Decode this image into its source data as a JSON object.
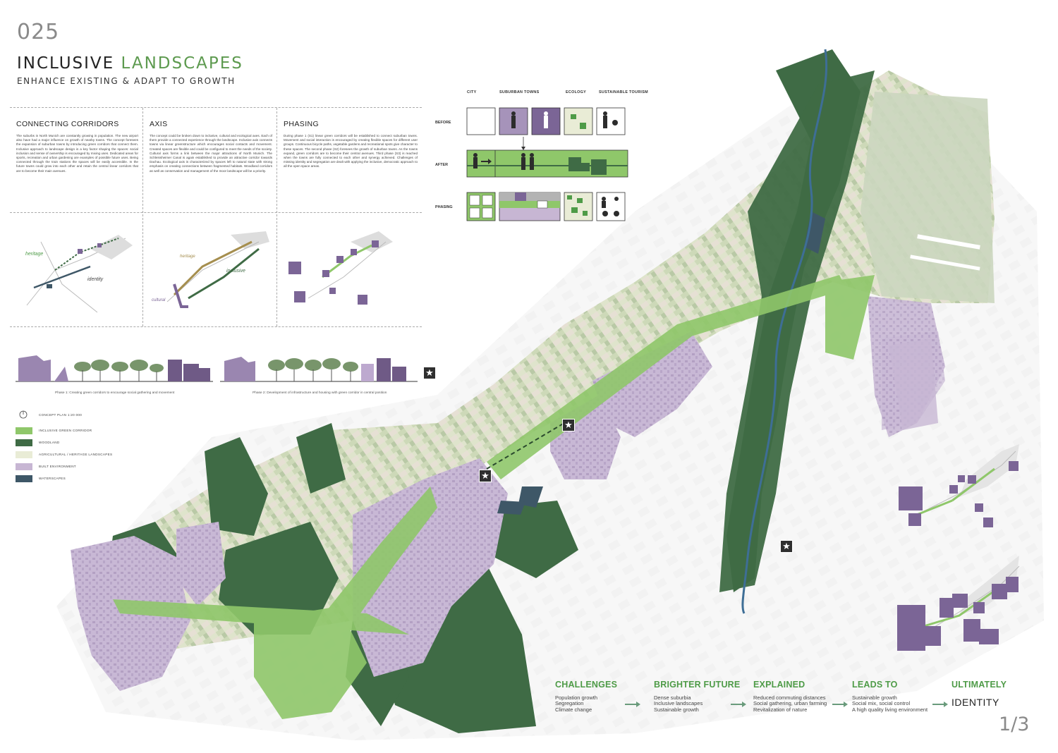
{
  "header": {
    "page_number": "025",
    "title_main": "INCLUSIVE ",
    "title_accent": "LANDSCAPES",
    "subtitle": "ENHANCE EXISTING & ADAPT TO GROWTH"
  },
  "columns": [
    {
      "heading": "CONNECTING CORRIDORS",
      "body": "The suburbs in North Munich are constantly growing in population. The new airport also have had a major influence on growth of nearby towns. The concept foresees the expansion of suburban towns by introducing green corridors that connect them. Inclusive approach to landscape design is a key factor shaping the spaces: social inclusion and sense of ownership is encouraged by mixing uses. Dedicated areas for sports, recreation and urban gardening are examples of possible future uses. Being connected through the train stations the spaces will be easily accessible. In the future towns could grow into each other and retain the central linear corridors that are to become their main avenues.",
      "labels": [
        "heritage",
        "identity"
      ]
    },
    {
      "heading": "AXIS",
      "body": "The concept could be broken down to inclusive, cultural and ecological axes. Each of them provide a connected experience through the landscape. Inclusive axis connects towns via linear greenstructure which encourages social contacts and movement. Created spaces are flexible and could be configured to meet the needs of the society. Cultural axis forms a link between the major attractions of North Munich. The Schleissheimer Canal is again established to provide an attractive corridor towards Dachau. Ecological axis is characterized by spaces left to natural state with strong emphasis on creating connections between fragmented habitats. Woodland corridors as well as conservation and management of the moor landscape will be a priority.",
      "labels": [
        "heritage",
        "inclusive",
        "cultural"
      ]
    },
    {
      "heading": "PHASING",
      "body": "During phase 1 (S1) linear green corridors will be established to connect suburban towns. Movement and social interaction is encouraged by creating flexible spaces for different user groups. Continuous bicycle paths, vegetable gardens and recreational spots give character to these spaces. The second phase (S2) foresees the growth of suburban towns. As the towns expand, green corridors are to become their central avenues. Third phase (S3) is reached when the towns are fully connected to each other and synergy achieved. Challenges of missing identity and segregation are dealt with applying the inclusive, democratic approach to all the open space areas.",
      "labels": []
    }
  ],
  "sections": {
    "caption_1": "Phase 1: Creating green corridors to encourage social gathering and movement",
    "caption_2": "Phase 2: Development of infrastructure and housing with green corridor in central position"
  },
  "legend": {
    "scale": "CONCEPT PLAN 1:20 000",
    "items": [
      {
        "label": "INCLUSIVE GREEN CORRIDOR",
        "color": "#8fc76a"
      },
      {
        "label": "WOODLAND",
        "color": "#3f6b45"
      },
      {
        "label": "AGRICULTURAL / HERITAGE LANDSCAPES",
        "color": "#e9ecd6"
      },
      {
        "label": "BUILT ENVIRONMENT",
        "color": "#c7b6d3"
      },
      {
        "label": "WATERSCAPES",
        "color": "#3e5767"
      }
    ]
  },
  "matrix": {
    "columns": [
      "CITY",
      "SUBURBAN TOWNS",
      "ECOLOGY",
      "SUSTAINABLE TOURISM"
    ],
    "rows": [
      "BEFORE",
      "AFTER",
      "PHASING"
    ]
  },
  "flow": [
    {
      "heading": "CHALLENGES",
      "items": [
        "Population growth",
        "Segregation",
        "Climate change"
      ]
    },
    {
      "heading": "BRIGHTER FUTURE",
      "items": [
        "Dense suburbia",
        "Inclusive landscapes",
        "Sustainable growth"
      ]
    },
    {
      "heading": "EXPLAINED",
      "items": [
        "Reduced commuting distances",
        "Social gathering, urban farming",
        "Revitalization of nature"
      ]
    },
    {
      "heading": "LEADS TO",
      "items": [
        "Sustainable growth",
        "Social mix, social control",
        "A high quality living environment"
      ]
    },
    {
      "heading": "ULTIMATELY",
      "final": "IDENTITY"
    }
  ],
  "sheet": "1/3",
  "colors": {
    "green_corridor": "#8fc76a",
    "woodland": "#3f6b45",
    "built": "#c7b6d3",
    "water": "#3e5767",
    "accent_text": "#4e9b47",
    "purple_block": "#7b6596"
  },
  "icons": [
    "star-icon",
    "person-icon",
    "train-icon",
    "bike-icon",
    "north-arrow-icon"
  ]
}
